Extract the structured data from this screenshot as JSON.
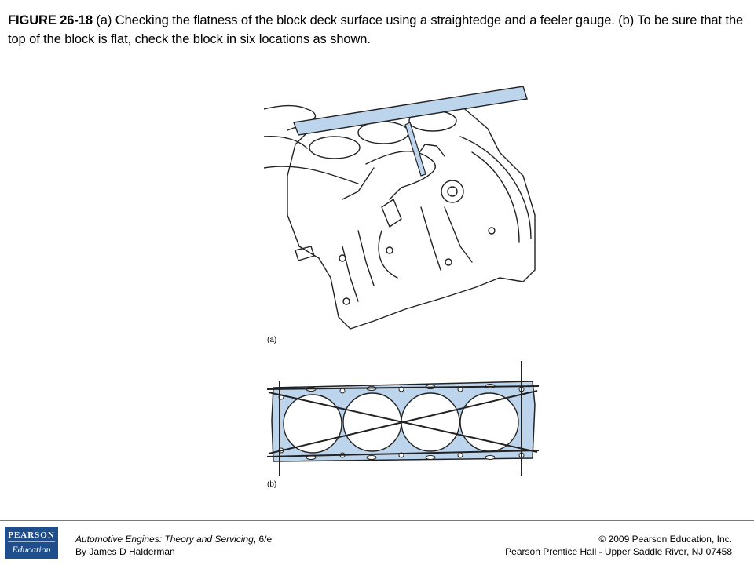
{
  "caption": {
    "figure_label": "FIGURE 26-18",
    "text": " (a) Checking the flatness of the block deck surface using a straightedge and a feeler gauge. (b) To be sure that the top of the block is flat, check the block in six locations as shown."
  },
  "figure_a": {
    "label": "(a)"
  },
  "figure_b": {
    "label": "(b)"
  },
  "colors": {
    "highlight": "#bcd4ec",
    "logo_bg": "#1f4e8c"
  },
  "footer": {
    "logo_line1": "PEARSON",
    "logo_line2": "Education",
    "book_title": "Automotive Engines: Theory and Servicing",
    "book_edition": ", 6/e",
    "author": "By James D Halderman",
    "copyright": "© 2009 Pearson Education, Inc.",
    "publisher": "Pearson Prentice Hall - Upper Saddle River, NJ 07458"
  }
}
